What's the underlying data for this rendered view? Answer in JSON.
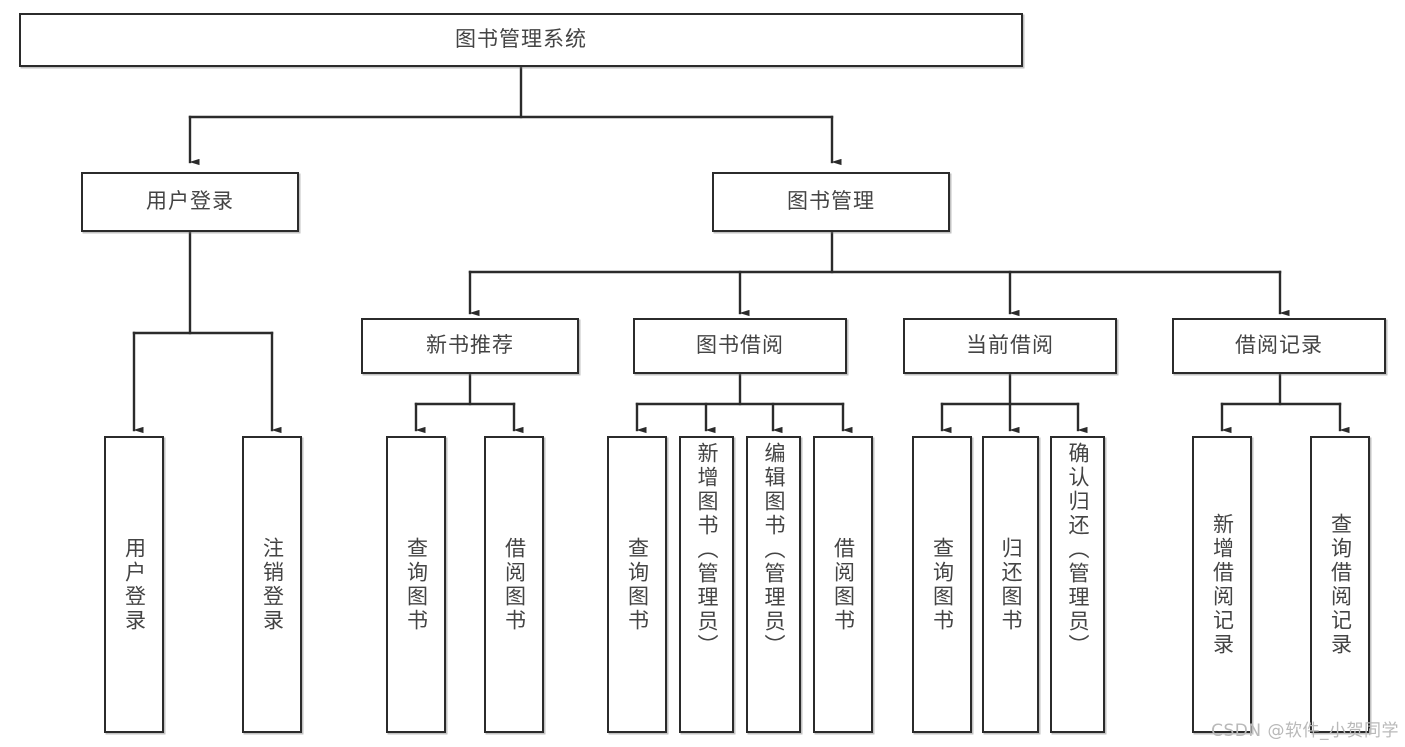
{
  "diagram": {
    "title": "图书管理系统",
    "type": "tree-structure-chart",
    "watermark": "CSDN @软件_小贺同学",
    "colors": {
      "box_border": "#2b2b2b",
      "box_fill": "#ffffff",
      "text": "#444444",
      "connector": "#2b2b2b",
      "watermark": "#b9b9b9",
      "page_background": "#ffffff"
    },
    "root": {
      "label": "图书管理系统"
    },
    "level2": [
      {
        "label": "用户登录"
      },
      {
        "label": "图书管理"
      }
    ],
    "level3": [
      {
        "label": "新书推荐"
      },
      {
        "label": "图书借阅"
      },
      {
        "label": "当前借阅"
      },
      {
        "label": "借阅记录"
      }
    ],
    "leaves": {
      "user_login": [
        {
          "label": "用户登录"
        },
        {
          "label": "注销登录"
        }
      ],
      "new_book_recommend": [
        {
          "label": "查询图书"
        },
        {
          "label": "借阅图书"
        }
      ],
      "book_borrow": [
        {
          "label": "查询图书"
        },
        {
          "label": "新增图书（管理员）"
        },
        {
          "label": "编辑图书（管理员）"
        },
        {
          "label": "借阅图书"
        }
      ],
      "current_borrow": [
        {
          "label": "查询图书"
        },
        {
          "label": "归还图书"
        },
        {
          "label": "确认归还（管理员）"
        }
      ],
      "borrow_record": [
        {
          "label": "新增借阅记录"
        },
        {
          "label": "查询借阅记录"
        }
      ]
    }
  }
}
